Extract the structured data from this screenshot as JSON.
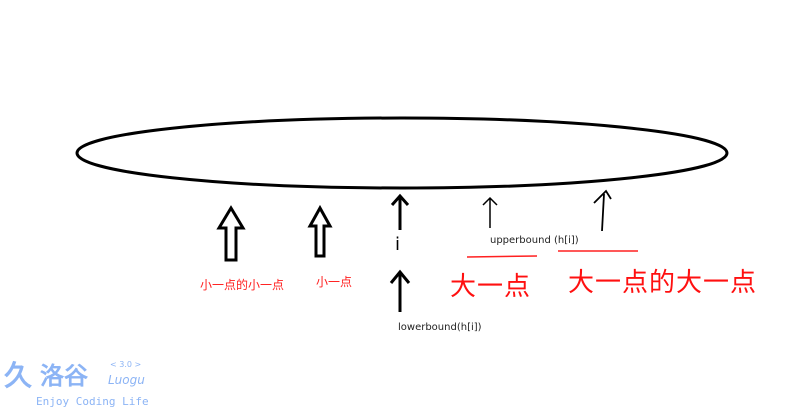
{
  "labels": {
    "smaller_of_smaller": "小一点的小一点",
    "smaller": "小一点",
    "i": "i",
    "lowerbound": "lowerbound(h[i])",
    "upperbound": "upperbound (h[i])",
    "bigger": "大一点",
    "bigger_of_bigger": "大一点的大一点"
  },
  "watermark": {
    "brand_cn": "洛谷",
    "brand_en": "Luogu",
    "version": "< 3.0 >",
    "slogan": "Enjoy Coding Life"
  },
  "colors": {
    "red": "#ff2020",
    "logo": "#8cb4f5"
  }
}
